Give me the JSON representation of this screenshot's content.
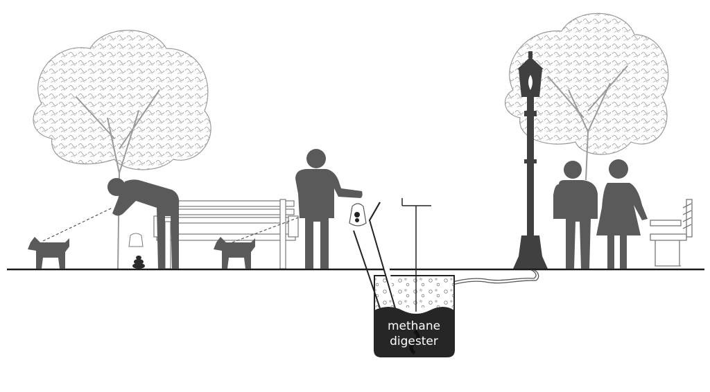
{
  "digester": {
    "label_line1": "methane",
    "label_line2": "digester"
  },
  "icons": [
    "tree-left",
    "tree-right",
    "dog-left",
    "dog-middle",
    "person-bending-picking-up",
    "person-dropping-bag",
    "couple",
    "park-bench",
    "side-bench",
    "gas-street-lamp",
    "dog-waste-pile",
    "waste-bag",
    "feed-chute",
    "methane-digester-tank",
    "gas-pipe"
  ],
  "colors": {
    "figure": "#5a5a5a",
    "digester_fill": "#262626",
    "ground": "#1a1a1a",
    "outline": "#8a8a8a",
    "background": "#ffffff"
  }
}
